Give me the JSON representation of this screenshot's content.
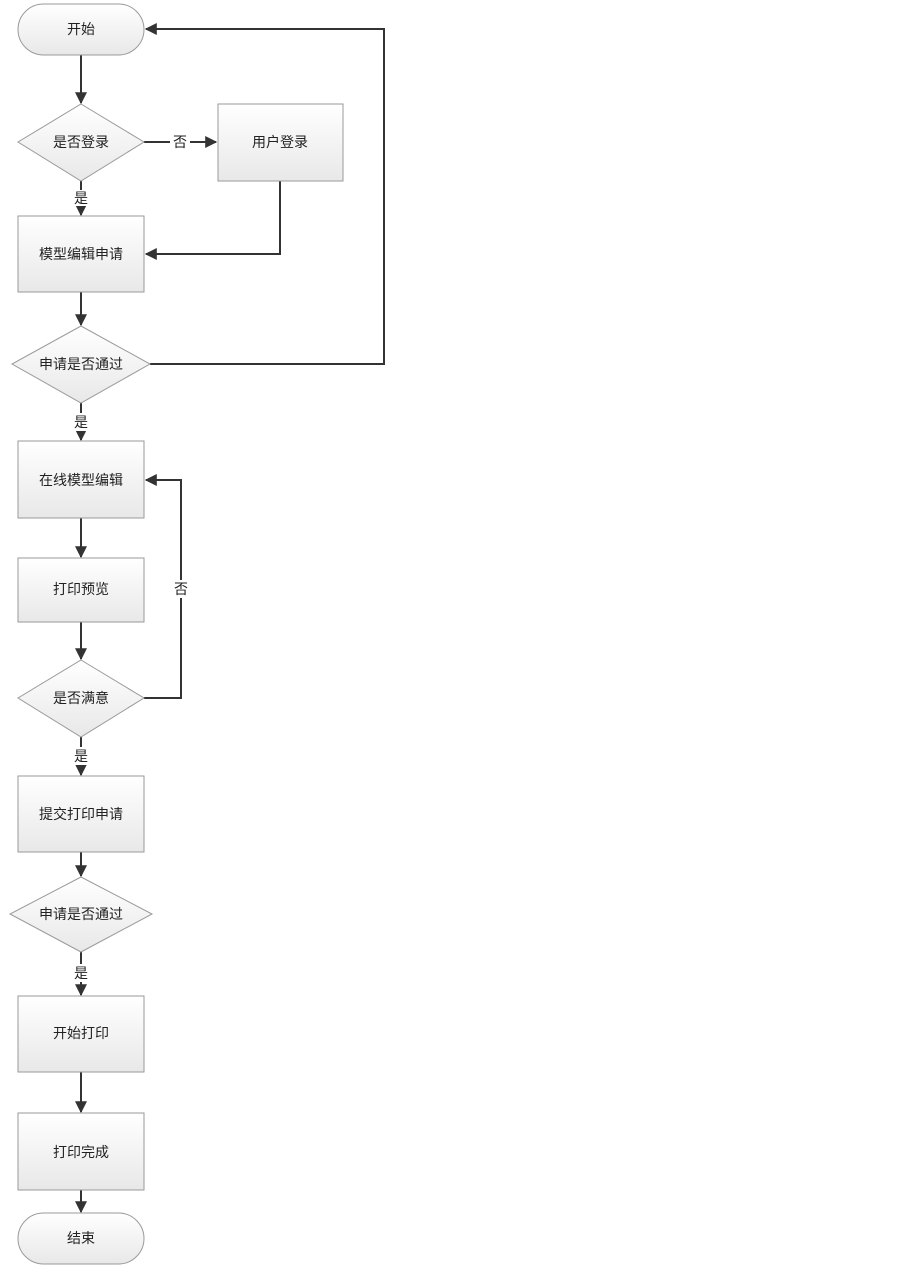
{
  "colors": {
    "node_fill_top": "#ffffff",
    "node_fill_bottom": "#e8e8e8",
    "node_stroke": "#9a9a9a",
    "edge": "#333333",
    "text": "#222222"
  },
  "nodes": {
    "start": {
      "shape": "terminal",
      "label": "开始"
    },
    "is_logged_in": {
      "shape": "decision",
      "label": "是否登录"
    },
    "user_login": {
      "shape": "process",
      "label": "用户登录"
    },
    "model_edit_apply": {
      "shape": "process",
      "label": "模型编辑申请"
    },
    "apply_approved_1": {
      "shape": "decision",
      "label": "申请是否通过"
    },
    "online_model_edit": {
      "shape": "process",
      "label": "在线模型编辑"
    },
    "print_preview": {
      "shape": "process",
      "label": "打印预览"
    },
    "is_satisfied": {
      "shape": "decision",
      "label": "是否满意"
    },
    "submit_print_apply": {
      "shape": "process",
      "label": "提交打印申请"
    },
    "apply_approved_2": {
      "shape": "decision",
      "label": "申请是否通过"
    },
    "start_print": {
      "shape": "process",
      "label": "开始打印"
    },
    "print_done": {
      "shape": "process",
      "label": "打印完成"
    },
    "end": {
      "shape": "terminal",
      "label": "结束"
    }
  },
  "edges": [
    {
      "from": "start",
      "to": "is_logged_in",
      "label": ""
    },
    {
      "from": "is_logged_in",
      "to": "user_login",
      "label": "否"
    },
    {
      "from": "is_logged_in",
      "to": "model_edit_apply",
      "label": "是"
    },
    {
      "from": "user_login",
      "to": "model_edit_apply",
      "label": ""
    },
    {
      "from": "model_edit_apply",
      "to": "apply_approved_1",
      "label": ""
    },
    {
      "from": "apply_approved_1",
      "to": "start",
      "label": ""
    },
    {
      "from": "apply_approved_1",
      "to": "online_model_edit",
      "label": "是"
    },
    {
      "from": "online_model_edit",
      "to": "print_preview",
      "label": ""
    },
    {
      "from": "print_preview",
      "to": "is_satisfied",
      "label": ""
    },
    {
      "from": "is_satisfied",
      "to": "online_model_edit",
      "label": "否"
    },
    {
      "from": "is_satisfied",
      "to": "submit_print_apply",
      "label": "是"
    },
    {
      "from": "submit_print_apply",
      "to": "apply_approved_2",
      "label": ""
    },
    {
      "from": "apply_approved_2",
      "to": "start_print",
      "label": "是"
    },
    {
      "from": "start_print",
      "to": "print_done",
      "label": ""
    },
    {
      "from": "print_done",
      "to": "end",
      "label": ""
    }
  ]
}
